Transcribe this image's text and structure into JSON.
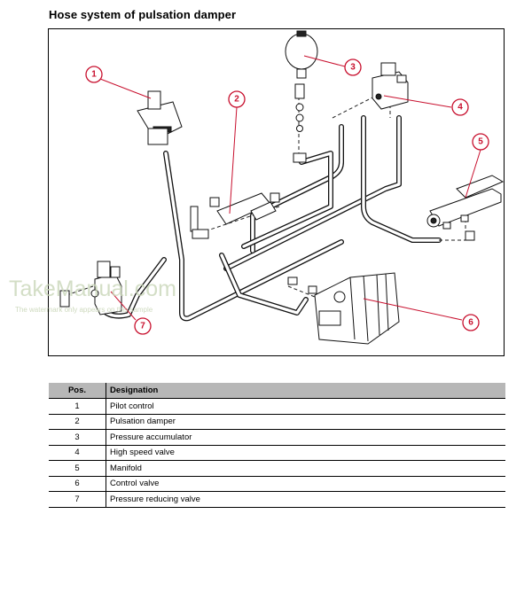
{
  "header": {
    "title": "Hose system of pulsation damper"
  },
  "figure": {
    "watermark": {
      "text": "TakeManual.com",
      "subtext": "The watermark only appears on this sample"
    },
    "callouts": [
      "1",
      "2",
      "3",
      "4",
      "5",
      "6",
      "7"
    ],
    "accent_color": "#c8102e"
  },
  "table": {
    "columns": [
      "Pos.",
      "Designation"
    ],
    "rows": [
      {
        "pos": "1",
        "designation": "Pilot control"
      },
      {
        "pos": "2",
        "designation": "Pulsation damper"
      },
      {
        "pos": "3",
        "designation": "Pressure accumulator"
      },
      {
        "pos": "4",
        "designation": "High speed valve"
      },
      {
        "pos": "5",
        "designation": "Manifold"
      },
      {
        "pos": "6",
        "designation": "Control valve"
      },
      {
        "pos": "7",
        "designation": "Pressure reducing valve"
      }
    ],
    "header_bg": "#b7b7b7"
  }
}
